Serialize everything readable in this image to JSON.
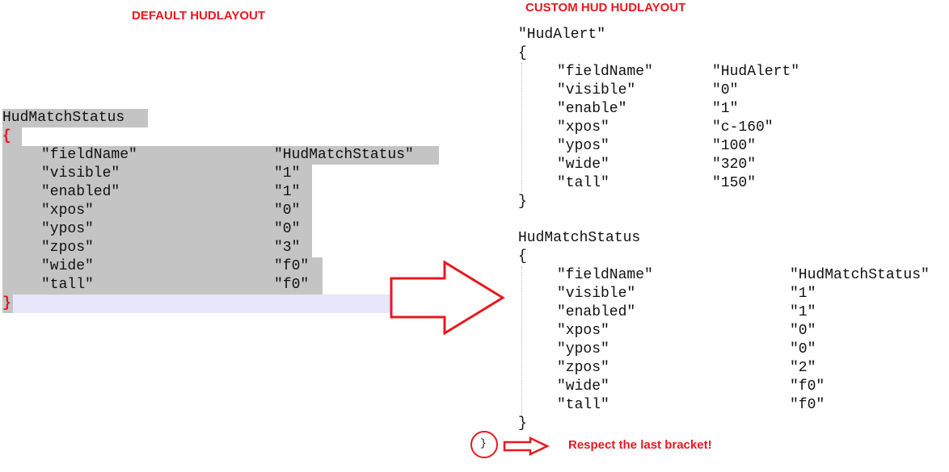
{
  "left": {
    "heading": "DEFAULT HUDLAYOUT",
    "block_name": "HudMatchStatus",
    "open_brace": "{",
    "close_brace": "}",
    "rows": [
      {
        "key": "\"fieldName\"",
        "value": "\"HudMatchStatus\""
      },
      {
        "key": "\"visible\"",
        "value": "\"1\""
      },
      {
        "key": "\"enabled\"",
        "value": "\"1\""
      },
      {
        "key": "\"xpos\"",
        "value": "\"0\""
      },
      {
        "key": "\"ypos\"",
        "value": "\"0\""
      },
      {
        "key": "\"zpos\"",
        "value": "\"3\""
      },
      {
        "key": "\"wide\"",
        "value": "\"f0\""
      },
      {
        "key": "\"tall\"",
        "value": "\"f0\""
      }
    ]
  },
  "right": {
    "heading": "CUSTOM HUD HUDLAYOUT",
    "block1_name": "\"HudAlert\"",
    "block1_rows": [
      {
        "key": "\"fieldName\"",
        "value": "\"HudAlert\""
      },
      {
        "key": "\"visible\"",
        "value": "\"0\""
      },
      {
        "key": "\"enable\"",
        "value": "\"1\""
      },
      {
        "key": "\"xpos\"",
        "value": "\"c-160\""
      },
      {
        "key": "\"ypos\"",
        "value": "\"100\""
      },
      {
        "key": "\"wide\"",
        "value": "\"320\""
      },
      {
        "key": "\"tall\"",
        "value": "\"150\""
      }
    ],
    "block2_name": "HudMatchStatus",
    "block2_rows": [
      {
        "key": "\"fieldName\"",
        "value": "\"HudMatchStatus\""
      },
      {
        "key": "\"visible\"",
        "value": "\"1\""
      },
      {
        "key": "\"enabled\"",
        "value": "\"1\""
      },
      {
        "key": "\"xpos\"",
        "value": "\"0\""
      },
      {
        "key": "\"ypos\"",
        "value": "\"0\""
      },
      {
        "key": "\"zpos\"",
        "value": "\"2\""
      },
      {
        "key": "\"wide\"",
        "value": "\"f0\""
      },
      {
        "key": "\"tall\"",
        "value": "\"f0\""
      }
    ],
    "open_brace": "{",
    "close_brace": "}",
    "last_bracket": "}"
  },
  "annotation": {
    "note": "Respect the last bracket!",
    "color": "#e8181e"
  }
}
